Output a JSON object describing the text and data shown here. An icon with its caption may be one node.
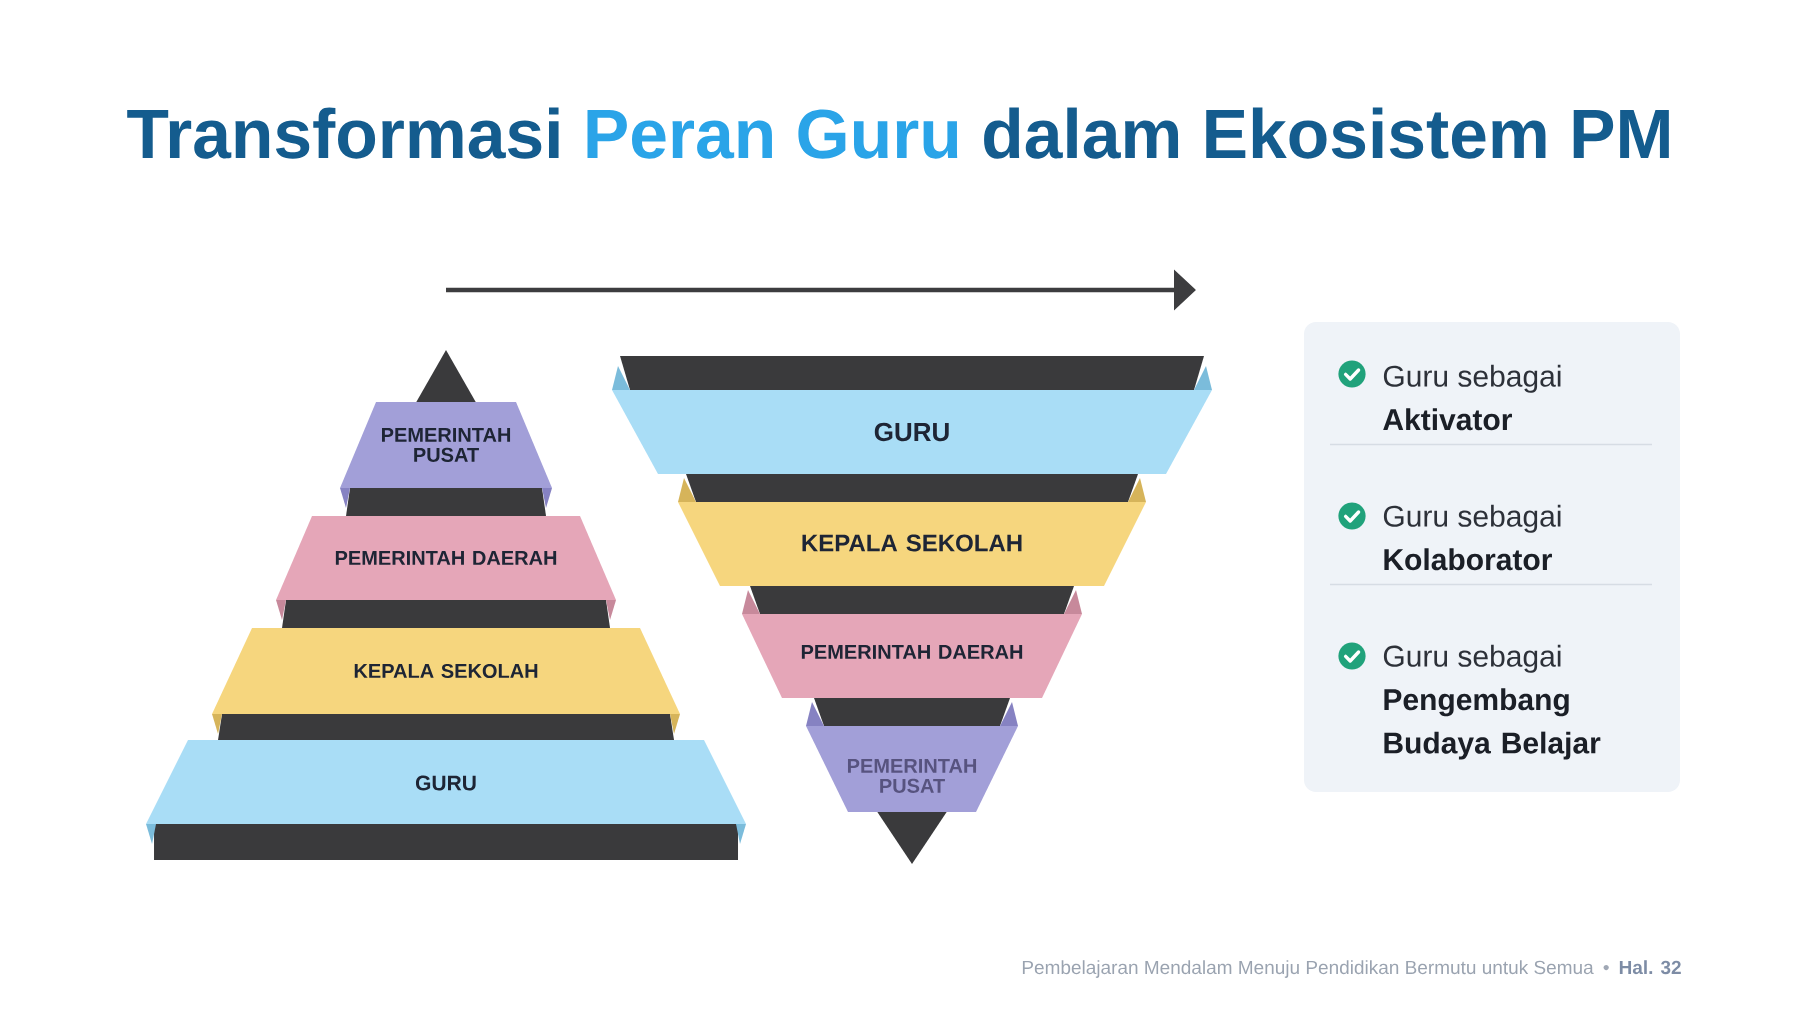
{
  "diagram": {
    "title": "Transformasi **Peran Guru** dalam Ekosistem PM",
    "nodes": [
      {
        "text": [
          "PEMERINTAH PUSAT"
        ]
      },
      {
        "text": [
          "PEMERINTAH DAERAH"
        ]
      },
      {
        "text": [
          "KEPALA SEKOLAH"
        ]
      },
      {
        "text": [
          "GURU"
        ]
      },
      {
        "text": [
          "GURU"
        ]
      },
      {
        "text": [
          "KEPALA SEKOLAH"
        ]
      },
      {
        "text": [
          "PEMERINTAH DAERAH"
        ]
      },
      {
        "text": [
          "PEMERINTAH PUSAT"
        ]
      },
      {
        "text": [
          "Guru sebagai",
          "Aktivator",
          "Guru sebagai",
          "Kolaborator",
          "Guru sebagai",
          "Pengembang Budaya Belajar"
        ]
      }
    ],
    "labels": [
      "Pembelajaran Mendalam Menuju Pendidikan Bermutu untuk Semua",
      "Hal. 32"
    ]
  }
}
